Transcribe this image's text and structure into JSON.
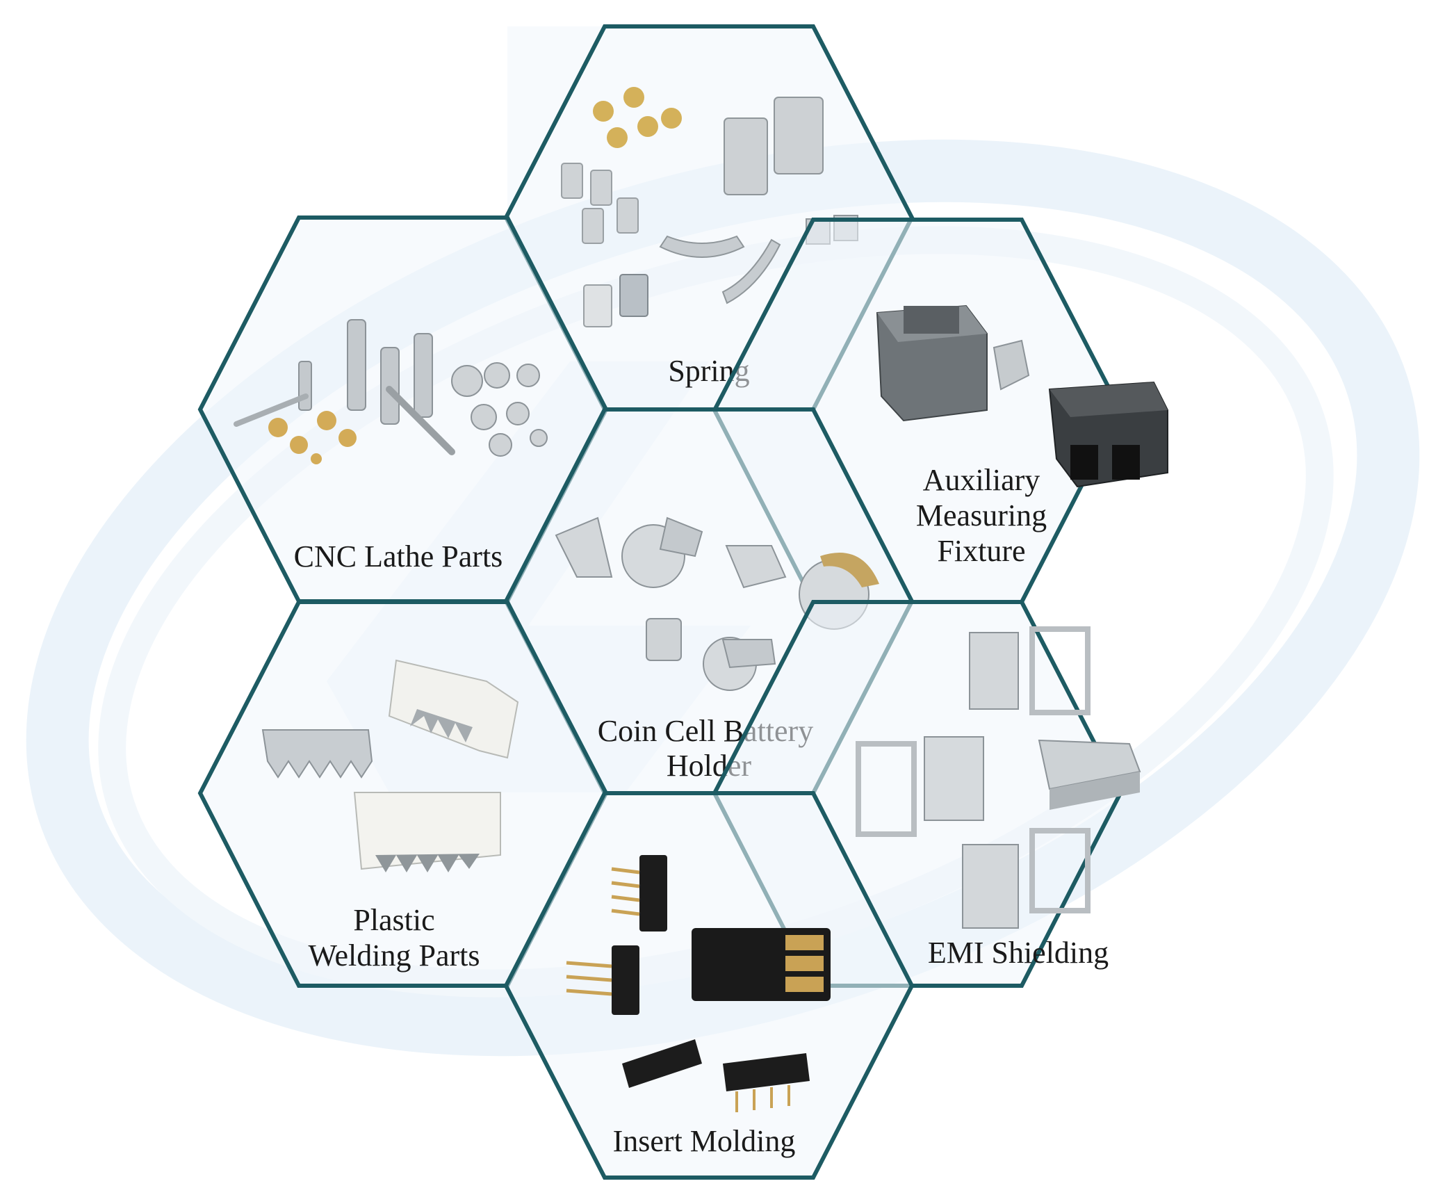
{
  "colors": {
    "hex_border": "#1d5b63",
    "swoosh_light": "#dbeaf6",
    "swoosh_dark": "#c8dced",
    "background": "#ffffff"
  },
  "cells": [
    {
      "id": "spring",
      "lines": [
        "Spring"
      ],
      "icon": "spring-clips-icon"
    },
    {
      "id": "cnc",
      "lines": [
        "CNC Lathe Parts"
      ],
      "icon": "turned-parts-icon"
    },
    {
      "id": "aux",
      "lines": [
        "Auxiliary",
        "Measuring",
        "Fixture"
      ],
      "icon": "measuring-fixture-icon"
    },
    {
      "id": "coin",
      "lines": [
        "Coin Cell Battery",
        "Holder"
      ],
      "icon": "coin-cell-holder-icon"
    },
    {
      "id": "plastic",
      "lines": [
        "Plastic",
        "Welding Parts"
      ],
      "icon": "serrated-blade-icon"
    },
    {
      "id": "emi",
      "lines": [
        "EMI Shielding"
      ],
      "icon": "shield-frame-icon"
    },
    {
      "id": "insert",
      "lines": [
        "Insert Molding"
      ],
      "icon": "pin-connector-icon"
    }
  ]
}
